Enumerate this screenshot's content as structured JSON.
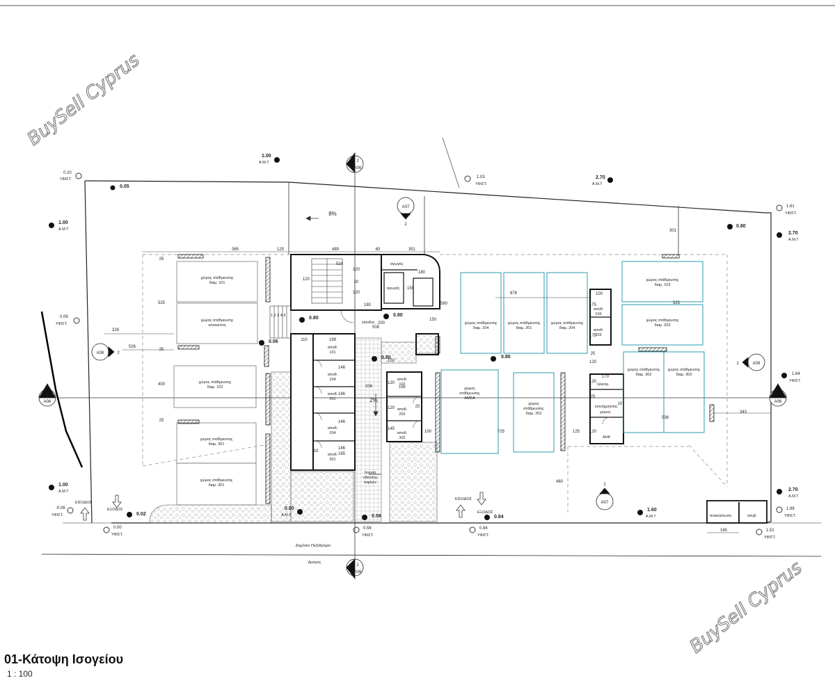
{
  "drawing_title": "01-Κάτοψη Ισογείου",
  "scale": "1 : 100",
  "watermark": "BuySell Cyprus",
  "colors": {
    "line": "#222222",
    "parking_cyan": "#2a9bb0",
    "hatch": "#888888"
  },
  "parking": {
    "p101": [
      "χώρος στάθμευσης",
      "διαμ. 101"
    ],
    "visitor": [
      "χώρος στάθμευσης",
      "επισκέπτη"
    ],
    "p102": [
      "χώρος στάθμευσης",
      "διαμ. 102"
    ],
    "p301a": [
      "χώρος στάθμευσης",
      "διαμ. 301"
    ],
    "p301b": [
      "χώρος στάθμευσης",
      "διαμ. 301"
    ],
    "p104": [
      "χώρος στάθμευσης",
      "διαμ. 104"
    ],
    "p201": [
      "χώρος στάθμευσης",
      "διαμ. 201"
    ],
    "p204": [
      "χώρος στάθμευσης",
      "διαμ. 204"
    ],
    "p103": [
      "χώρος στάθμευσης",
      "διαμ. 103"
    ],
    "p203": [
      "χώρος στάθμευσης",
      "διαμ. 203"
    ],
    "amea": [
      "χώρος",
      "στάθμευσης",
      "ΑΜΕΑ"
    ],
    "p202": [
      "χώρος",
      "στάθμευσης",
      "διαμ. 202"
    ],
    "p302a": [
      "χώρος στάθμευσης",
      "διαμ. 302"
    ],
    "p302b": [
      "χώρος στάθμευσης",
      "διαμ. 302"
    ]
  },
  "storage": {
    "s101": [
      "αποθ.",
      "101"
    ],
    "s104": [
      "αποθ.",
      "104"
    ],
    "s201": [
      "αποθ.",
      "201"
    ],
    "s204": [
      "αποθ.",
      "204"
    ],
    "s301": [
      "αποθ.",
      "301"
    ],
    "s102": [
      "αποθ.",
      "102"
    ],
    "s202": [
      "αποθ.",
      "202"
    ],
    "s302": [
      "αποθ.",
      "302"
    ],
    "s103": [
      "αποθ.",
      "103"
    ],
    "s203": [
      "αποθ.",
      "203"
    ]
  },
  "rooms": {
    "duct1": "αγωγός",
    "duct2": "αγωγός",
    "entrance": "είσοδος",
    "electrical": "ηλεκτρ.",
    "common_room": [
      "κοινόχρηστος",
      "χώρος"
    ],
    "ahk": "ΑΗΚ",
    "recycling": "ανακύκλωση",
    "waste": "σκυβ.",
    "path": [
      "πορεία",
      "οδεύσης",
      "τυφλών"
    ],
    "sidewalk": "Δημόσιο Πεζοδρόμιο",
    "road": "Δρόμος",
    "entry1": "ΕΙΣΟΔΟΣ",
    "entry2": "ΕΞΟΔΟΣ",
    "entry3": "ΕΙΣΟΔΟΣ",
    "entry4": "ΕΞΟΔΟΣ"
  },
  "section_markers": {
    "top": [
      "2",
      "A06"
    ],
    "bottom": [
      "2",
      "A06"
    ],
    "left": [
      "1",
      "A06"
    ],
    "right": [
      "1",
      "A06"
    ],
    "a07_top": [
      "A07",
      "2"
    ],
    "a07_bottom": [
      "1",
      "A07"
    ],
    "a08_left": [
      "A08",
      "2"
    ],
    "a08_right": [
      "1",
      "A08"
    ]
  },
  "levels": {
    "l1": [
      "1.00",
      "Α.Μ.Τ"
    ],
    "l2": [
      "0.20",
      "ΥΦΙΣΤ."
    ],
    "l3": [
      "0.05"
    ],
    "l4": [
      "1.00",
      "Α.Μ.Τ"
    ],
    "l5": [
      "1.03",
      "ΥΦΙΣΤ."
    ],
    "l6": [
      "2.70",
      "Α.Μ.Τ"
    ],
    "l7": [
      "1.61",
      "ΥΦΙΣΤ."
    ],
    "l8": [
      "0.80"
    ],
    "l9": [
      "2.70",
      "Α.Μ.Τ"
    ],
    "l10": [
      "0.06",
      "ΥΦΙΣΤ."
    ],
    "l11": [
      "0.80"
    ],
    "l12": [
      "0.06"
    ],
    "l13": [
      "0.80"
    ],
    "l14": [
      "0.80"
    ],
    "l15": [
      "0.80"
    ],
    "l16": [
      "1.64",
      "ΥΦΙΣΤ."
    ],
    "l17": [
      "1.00",
      "Α.Μ.Τ"
    ],
    "l18": [
      "-0.06",
      "ΥΦΙΣΤ."
    ],
    "l19": [
      "0.02"
    ],
    "l20": [
      "0.00",
      "ΥΦΙΣΤ."
    ],
    "l21": [
      "0.90",
      "Α.Μ.Τ"
    ],
    "l22": [
      "0.58"
    ],
    "l23": [
      "0.58",
      "ΥΦΙΣΤ."
    ],
    "l24": [
      "0.84"
    ],
    "l25": [
      "0.84",
      "ΥΦΙΣΤ."
    ],
    "l26": [
      "1.60",
      "Α.Μ.Τ"
    ],
    "l27": [
      "2.70",
      "Α.Μ.Τ"
    ],
    "l28": [
      "1.86",
      "ΥΦΙΣΤ."
    ],
    "l29": [
      "1.51",
      "ΥΦΙΣΤ."
    ]
  },
  "dims": {
    "d365": "365",
    "d125a": "125",
    "d489": "489",
    "d60": "60",
    "d351": "351",
    "d524": "524",
    "d120a": "120",
    "d120b": "120",
    "d20": "20",
    "d120c": "120",
    "d180a": "180",
    "d180b": "180",
    "d150a": "150",
    "d580": "580",
    "d876": "876",
    "d100a": "100",
    "d301": "301",
    "d525a": "525",
    "d525b": "525",
    "d326": "326",
    "d526": "526",
    "d508": "508",
    "d200": "200",
    "d150b": "150",
    "d110": "110",
    "d199": "199",
    "d146a": "146",
    "d146b": "146",
    "d146c": "146",
    "d146d": "146",
    "d165a": "165",
    "d10a": "10",
    "d206": "206",
    "d120d": "120",
    "d165b": "165",
    "d25a": "25",
    "d120e": "120",
    "d145": "145",
    "d100b": "100",
    "d725": "725",
    "d125b": "125",
    "d120f": "120",
    "d170": "170",
    "d10b": "10",
    "d538": "538",
    "d343": "343",
    "d460": "460",
    "d165c": "165",
    "d400": "400",
    "d25b": "25",
    "d25c": "25",
    "d25d": "25",
    "d175a": "175",
    "d175b": "175",
    "d120g": "120",
    "d120h": "120",
    "d120i": "120",
    "d25e": "25",
    "d25f": "25"
  },
  "slopes": {
    "s1": "8%",
    "s2": "2%"
  },
  "stair_numbers": "1 2 3 4 5"
}
